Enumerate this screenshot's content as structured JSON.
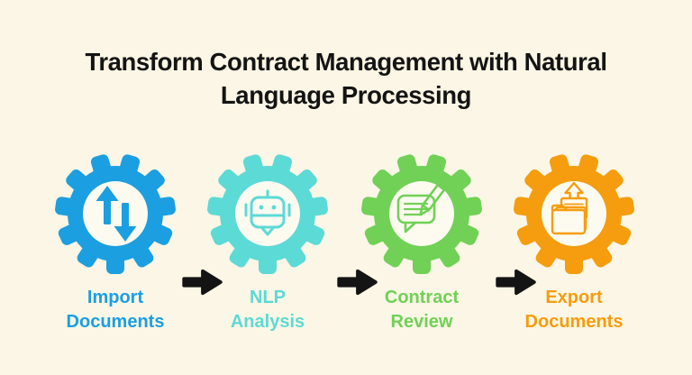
{
  "page": {
    "title": "Transform Contract Management with Natural Language Processing",
    "background_color": "#FBF6E5",
    "gear_hole_color": "#FDFAF0",
    "title_color": "#141414"
  },
  "flow_arrow": {
    "color": "#141414",
    "direction": "right"
  },
  "steps": [
    {
      "line1": "Import",
      "line2": "Documents",
      "color": "#1B9FE0",
      "icon": "transfer-arrows-icon"
    },
    {
      "line1": "NLP",
      "line2": "Analysis",
      "color": "#5CDAD6",
      "icon": "robot-icon"
    },
    {
      "line1": "Contract",
      "line2": "Review",
      "color": "#70D156",
      "icon": "note-pencil-icon"
    },
    {
      "line1": "Export",
      "line2": "Documents",
      "color": "#F59D0E",
      "icon": "export-folder-icon"
    }
  ]
}
